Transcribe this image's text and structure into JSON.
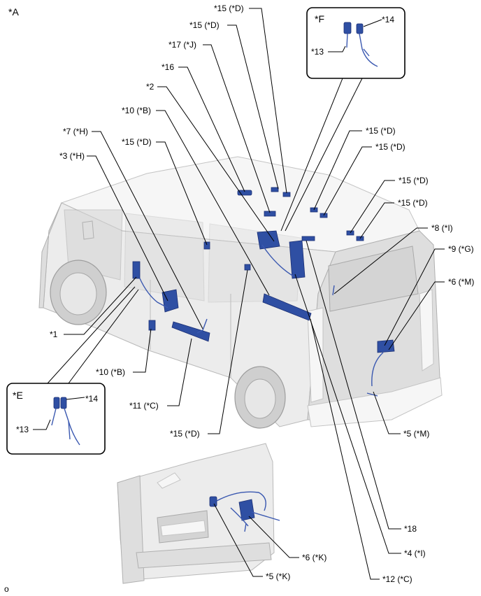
{
  "view_label": "*A",
  "corner_code": "o",
  "inset_E": {
    "title": "*E",
    "labels": [
      "*14",
      "*13"
    ]
  },
  "inset_F": {
    "title": "*F",
    "labels": [
      "*14",
      "*13"
    ]
  },
  "callouts": [
    "*15 (*D)",
    "*15 (*D)",
    "*17 (*J)",
    "*16",
    "*2",
    "*10 (*B)",
    "*7 (*H)",
    "*15 (*D)",
    "*3 (*H)",
    "*15 (*D)",
    "*15 (*D)",
    "*15 (*D)",
    "*15 (*D)",
    "*8 (*I)",
    "*9 (*G)",
    "*6 (*M)",
    "*1",
    "*10 (*B)",
    "*11 (*C)",
    "*5 (*M)",
    "*15 (*D)",
    "*18",
    "*6 (*K)",
    "*4 (*I)",
    "*5 (*K)",
    "*12 (*C)"
  ]
}
